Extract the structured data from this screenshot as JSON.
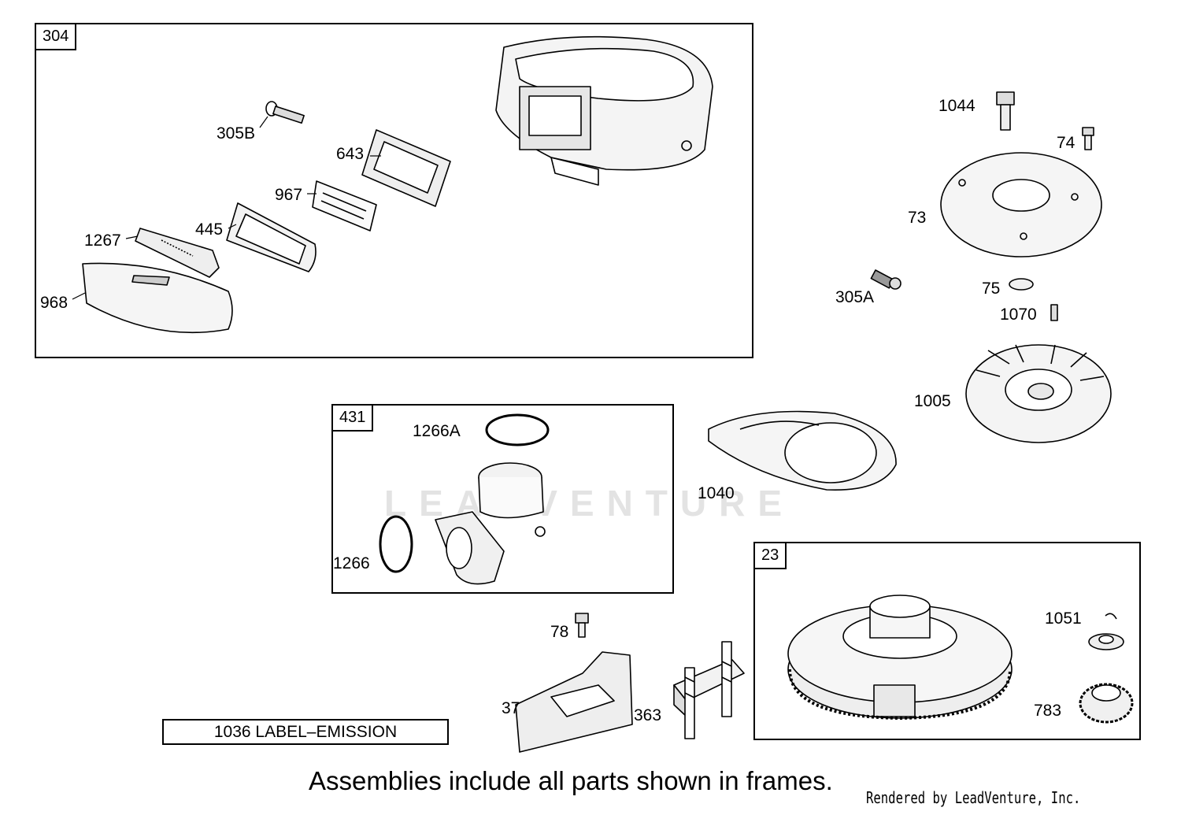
{
  "frames": {
    "f304": "304",
    "f431": "431",
    "f23": "23"
  },
  "callouts": {
    "p305B": "305B",
    "p643": "643",
    "p967": "967",
    "p1267": "1267",
    "p445": "445",
    "p968": "968",
    "p1044": "1044",
    "p74": "74",
    "p73": "73",
    "p305A": "305A",
    "p75": "75",
    "p1070": "1070",
    "p1005": "1005",
    "p1266A": "1266A",
    "p1266": "1266",
    "p1040": "1040",
    "p78": "78",
    "p37": "37",
    "p363": "363",
    "p1051": "1051",
    "p783": "783"
  },
  "label_box": "1036 LABEL–EMISSION",
  "footer_note": "Assemblies include all parts shown in frames.",
  "credit": "Rendered by LeadVenture, Inc.",
  "watermark": "LEADVENTURE"
}
